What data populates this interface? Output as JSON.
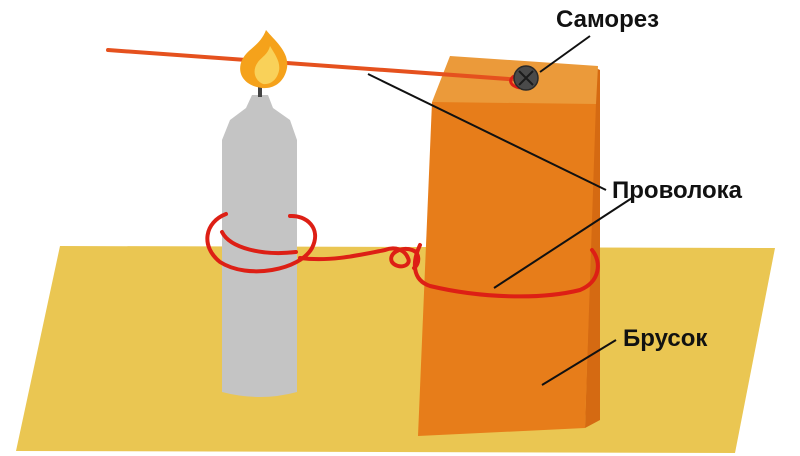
{
  "labels": {
    "screw": "Саморез",
    "wire": "Проволока",
    "block": "Брусок"
  },
  "colors": {
    "base": "#EAC652",
    "block_front": "#E77D1A",
    "block_top": "#EB9A3A",
    "candle": "#C4C4C4",
    "wire": "#DD1F15",
    "rod": "#E5511E",
    "flame": "#F5A21B",
    "screw": "#4A4A4A"
  }
}
